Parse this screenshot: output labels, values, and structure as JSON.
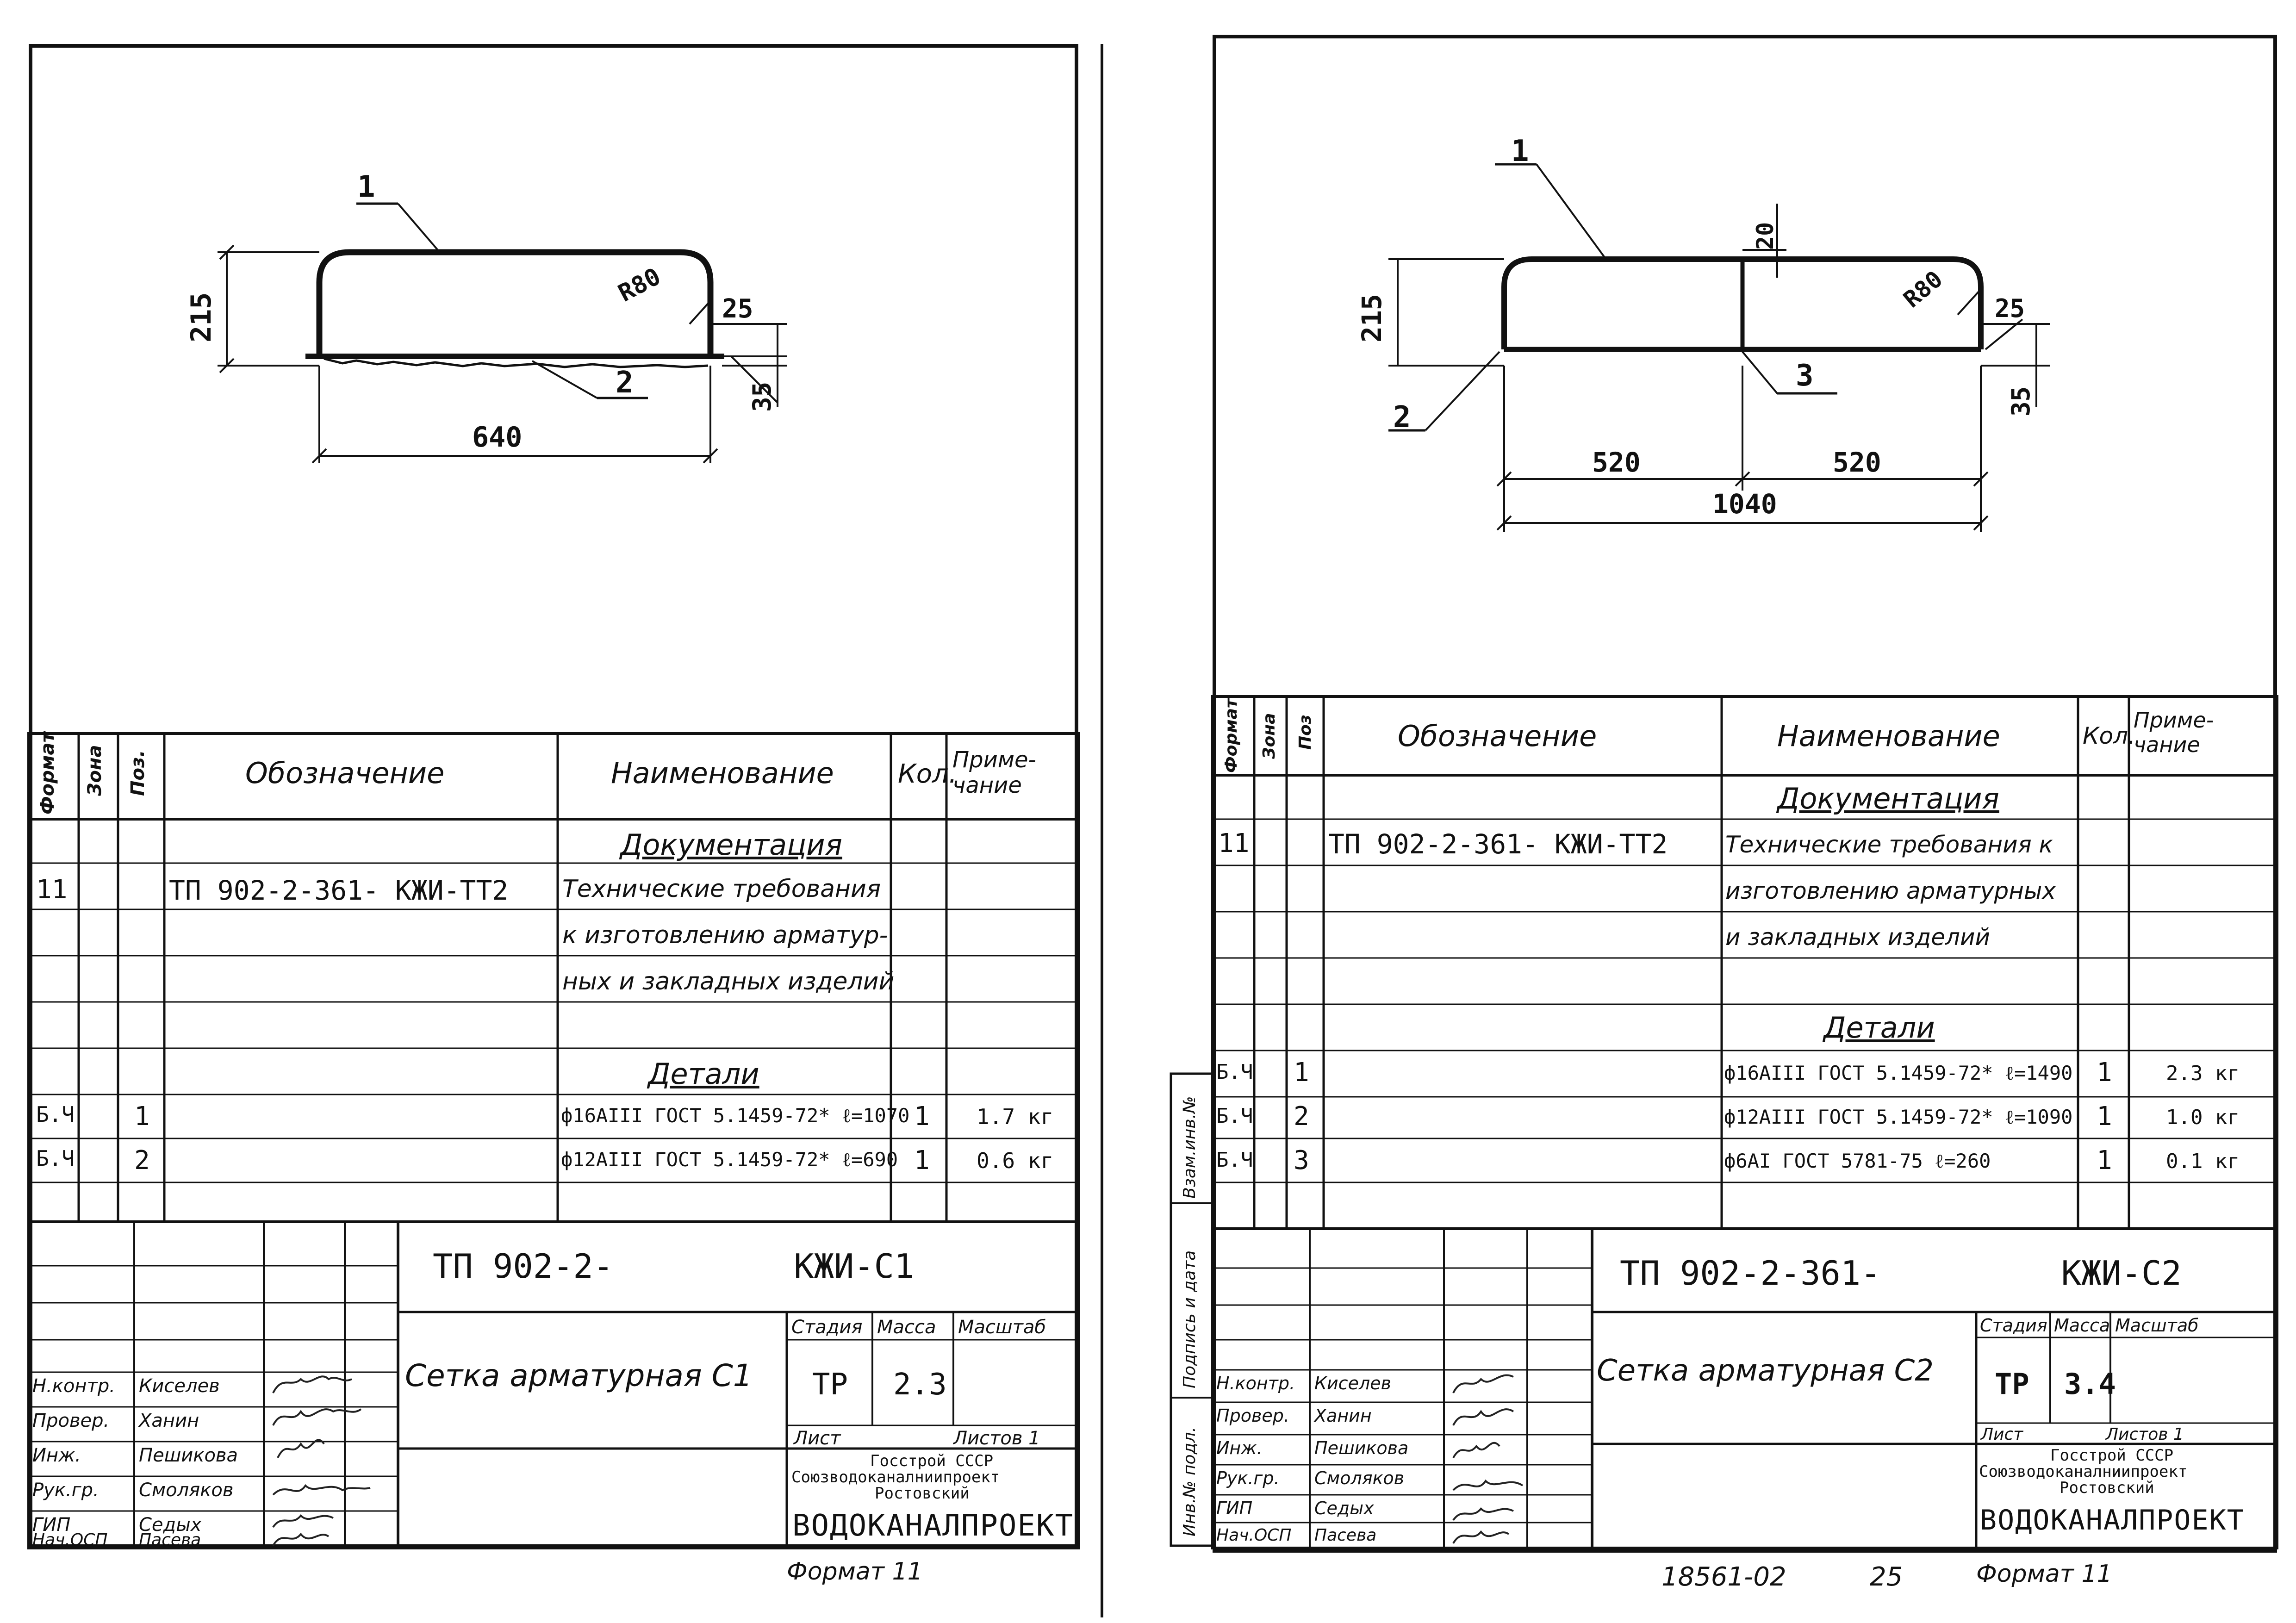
{
  "left": {
    "drawing": {
      "pos1": "1",
      "pos2": "2",
      "radius": "R80",
      "d215": "215",
      "d25": "25",
      "d35": "35",
      "d640": "640"
    },
    "spec": {
      "headers": {
        "format": "Формат",
        "zone": "Зона",
        "pos": "Поз.",
        "designation": "Обозначение",
        "name": "Наименование",
        "qty": "Кол.",
        "note": "Приме-\nчание"
      },
      "section_docs": "Документация",
      "doc_format": "11",
      "doc_designation": "ТП 902-2-361- КЖИ-ТТ2",
      "doc_name": [
        "Технические требования",
        "к изготовлению арматур-",
        "ных и закладных изделий"
      ],
      "section_parts": "Детали",
      "parts": [
        {
          "format": "Б.Ч",
          "pos": "1",
          "name": "ф16АIII ГОСТ 5.1459-72* ℓ=1070",
          "qty": "1",
          "note": "1.7 кг"
        },
        {
          "format": "Б.Ч",
          "pos": "2",
          "name": "ф12АIII ГОСТ 5.1459-72* ℓ=690",
          "qty": "1",
          "note": "0.6 кг"
        }
      ]
    },
    "title_block": {
      "code": "ТП 902-2-         КЖИ-С1",
      "title": "Сетка арматурная С1",
      "stage_label": "Стадия",
      "mass_label": "Масса",
      "scale_label": "Масштаб",
      "stage": "ТР",
      "mass": "2.3",
      "sheet_label": "Лист",
      "sheets_label": "Листов 1",
      "org_line1": "Госстрой СССР",
      "org_line2": "Союзводоканалниипроект",
      "org_line3": "Ростовский",
      "org_name": "ВОДОКАНАЛПРОЕКТ",
      "roles": [
        {
          "role": "Н.контр.",
          "person": "Киселев"
        },
        {
          "role": "Провер.",
          "person": "Ханин"
        },
        {
          "role": "Инж.",
          "person": "Пешикова"
        },
        {
          "role": "Рук.гр.",
          "person": "Смоляков"
        },
        {
          "role": "ГИП",
          "person": "Седых"
        },
        {
          "role": "Нач.ОСП",
          "person": "Пасева"
        }
      ]
    },
    "format_label": "Формат 11"
  },
  "right": {
    "drawing": {
      "pos1": "1",
      "pos2": "2",
      "pos3": "3",
      "radius": "R80",
      "d20": "20",
      "d215": "215",
      "d25": "25",
      "d35": "35",
      "d520a": "520",
      "d520b": "520",
      "d1040": "1040"
    },
    "spec": {
      "headers": {
        "format": "Формат",
        "zone": "Зона",
        "pos": "Поз",
        "designation": "Обозначение",
        "name": "Наименование",
        "qty": "Кол.",
        "note": "Приме-\nчание"
      },
      "section_docs": "Документация",
      "doc_format": "11",
      "doc_designation": "ТП 902-2-361- КЖИ-ТТ2",
      "doc_name": [
        "Технические требования к",
        "изготовлению арматурных",
        "и закладных изделий"
      ],
      "section_parts": "Детали",
      "parts": [
        {
          "format": "Б.Ч",
          "pos": "1",
          "name": "ф16АIII ГОСТ 5.1459-72* ℓ=1490",
          "qty": "1",
          "note": "2.3 кг"
        },
        {
          "format": "Б.Ч",
          "pos": "2",
          "name": "ф12АIII ГОСТ 5.1459-72* ℓ=1090",
          "qty": "1",
          "note": "1.0 кг"
        },
        {
          "format": "Б.Ч",
          "pos": "3",
          "name": "ф6АI ГОСТ 5781-75 ℓ=260",
          "qty": "1",
          "note": "0.1 кг"
        }
      ]
    },
    "title_block": {
      "code": "ТП 902-2-361-         КЖИ-С2",
      "title": "Сетка арматурная С2",
      "stage_label": "Стадия",
      "mass_label": "Масса",
      "scale_label": "Масштаб",
      "stage": "ТР",
      "mass": "3.4",
      "sheet_label": "Лист",
      "sheets_label": "Листов 1",
      "org_line1": "Госстрой СССР",
      "org_line2": "Союзводоканалниипроект",
      "org_line3": "Ростовский",
      "org_name": "ВОДОКАНАЛПРОЕКТ",
      "roles": [
        {
          "role": "Н.контр.",
          "person": "Киселев"
        },
        {
          "role": "Провер.",
          "person": "Ханин"
        },
        {
          "role": "Инж.",
          "person": "Пешикова"
        },
        {
          "role": "Рук.гр.",
          "person": "Смоляков"
        },
        {
          "role": "ГИП",
          "person": "Седых"
        },
        {
          "role": "Нач.ОСП",
          "person": "Пасева"
        }
      ]
    },
    "margin_labels": [
      "Взам.инв.№",
      "Подпись и дата",
      "Инв.№ подл."
    ],
    "bottom_number": "18561-02",
    "bottom_page": "25",
    "format_label": "Формат 11"
  }
}
